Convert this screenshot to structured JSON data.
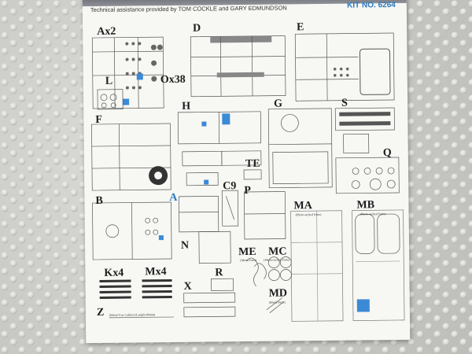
{
  "sheet": {
    "credit": "Technical assistance provided by TOM COCKLE and GARY EDMUNDSON",
    "kit_number": "KIT NO. 6264"
  },
  "sprue_labels": {
    "ax2": "Ax2",
    "d": "D",
    "e": "E",
    "l": "L",
    "ox38": "Ox38",
    "f": "F",
    "h": "H",
    "g": "G",
    "s": "S",
    "te": "TE",
    "q": "Q",
    "a": "A",
    "c9": "C9",
    "b": "B",
    "p": "P",
    "ma": "MA",
    "mb": "MB",
    "n": "N",
    "me": "ME",
    "mc": "MC",
    "kx4": "Kx4",
    "mx4": "Mx4",
    "r": "R",
    "md": "MD",
    "x": "X",
    "z": "Z"
  },
  "sub_labels": {
    "ma": "(Photo-etched Parts)",
    "mb": "(Photo-etched Parts)",
    "me": "(Metal Parts)",
    "mc": "(Photo-etched Parts)",
    "md": "(Metal Parts)",
    "z": "(Metal Tow Cables) (Length:40mm)"
  },
  "colors": {
    "accent_blue": "#2a7ac0",
    "sheet": "#f7f7f4",
    "bubble_wrap": "#cfcfcb"
  }
}
